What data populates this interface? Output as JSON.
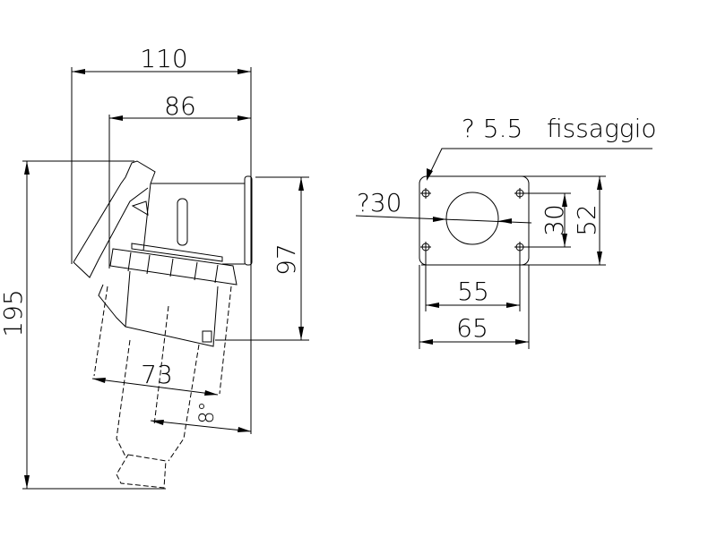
{
  "drawing": {
    "side_view": {
      "dim_overall_width": "110",
      "dim_body_width": "86",
      "dim_overall_height": "195",
      "dim_flange_height": "97",
      "dim_plug_diameter": "73",
      "dim_angle": "8°"
    },
    "mounting_plate": {
      "hole_note": "? 5.5   fissaggio",
      "dim_center_hole": "?30",
      "dim_hole_spacing_vertical": "30",
      "dim_plate_height": "52",
      "dim_hole_spacing_horizontal": "55",
      "dim_plate_width": "65"
    }
  }
}
